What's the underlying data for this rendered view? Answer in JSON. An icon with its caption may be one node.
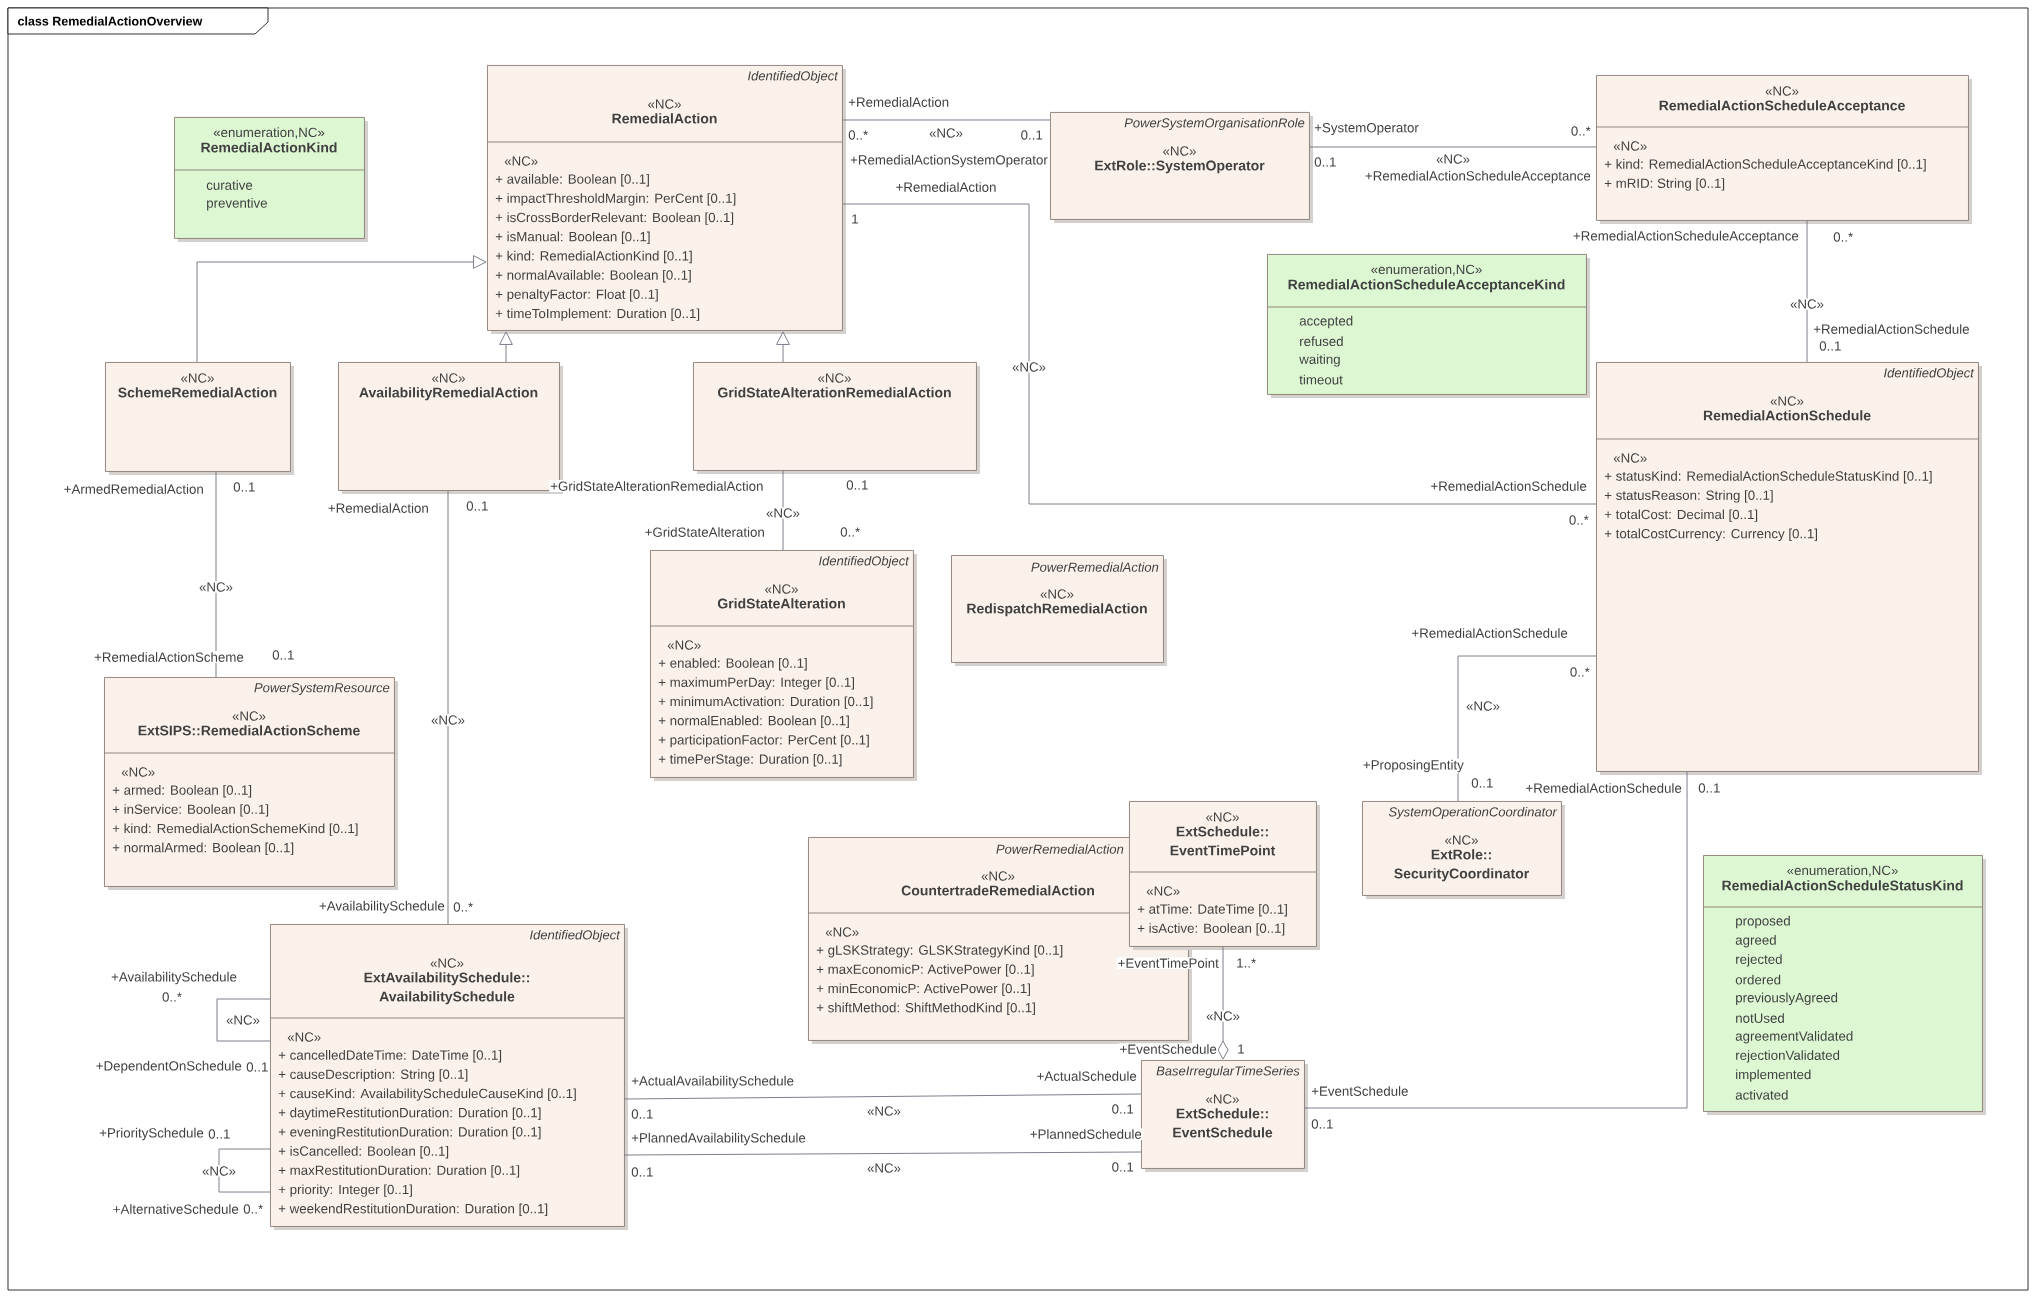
{
  "diagram": {
    "title": "class RemedialActionOverview",
    "nodes": [
      {
        "text": [
          "«enumeration,NC»",
          "RemedialActionKind",
          "curative",
          "preventive"
        ]
      },
      {
        "text": [
          "IdentifiedObject",
          "«NC»",
          "RemedialAction",
          "«NC»",
          "+ available: Boolean [0..1]",
          "+ impactThresholdMargin: PerCent [0..1]",
          "+ isCrossBorderRelevant: Boolean [0..1]",
          "+ isManual: Boolean [0..1]",
          "+ kind: RemedialActionKind [0..1]",
          "+ normalAvailable: Boolean [0..1]",
          "+ penaltyFactor: Float [0..1]",
          "+ timeToImplement: Duration [0..1]"
        ]
      },
      {
        "text": [
          "PowerSystemOrganisationRole",
          "«NC»",
          "ExtRole::SystemOperator"
        ]
      },
      {
        "text": [
          "«NC»",
          "RemedialActionScheduleAcceptance",
          "«NC»",
          "+ kind: RemedialActionScheduleAcceptanceKind [0..1]",
          "+ mRID: String [0..1]"
        ]
      },
      {
        "text": [
          "«enumeration,NC»",
          "RemedialActionScheduleAcceptanceKind",
          "accepted",
          "refused",
          "waiting",
          "timeout"
        ]
      },
      {
        "text": [
          "«NC»",
          "SchemeRemedialAction"
        ]
      },
      {
        "text": [
          "«NC»",
          "AvailabilityRemedialAction"
        ]
      },
      {
        "text": [
          "«NC»",
          "GridStateAlterationRemedialAction"
        ]
      },
      {
        "text": [
          "IdentifiedObject",
          "«NC»",
          "RemedialActionSchedule",
          "«NC»",
          "+ statusKind: RemedialActionScheduleStatusKind [0..1]",
          "+ statusReason: String [0..1]",
          "+ totalCost: Decimal [0..1]",
          "+ totalCostCurrency: Currency [0..1]"
        ]
      },
      {
        "text": [
          "IdentifiedObject",
          "«NC»",
          "GridStateAlteration",
          "«NC»",
          "+ enabled: Boolean [0..1]",
          "+ maximumPerDay: Integer [0..1]",
          "+ minimumActivation: Duration [0..1]",
          "+ normalEnabled: Boolean [0..1]",
          "+ participationFactor: PerCent [0..1]",
          "+ timePerStage: Duration [0..1]"
        ]
      },
      {
        "text": [
          "PowerRemedialAction",
          "«NC»",
          "RedispatchRemedialAction"
        ]
      },
      {
        "text": [
          "PowerSystemResource",
          "«NC»",
          "ExtSIPS::RemedialActionScheme",
          "«NC»",
          "+ armed: Boolean [0..1]",
          "+ inService: Boolean [0..1]",
          "+ kind: RemedialActionSchemeKind [0..1]",
          "+ normalArmed: Boolean [0..1]"
        ]
      },
      {
        "text": [
          "SystemOperationCoordinator",
          "«NC»",
          "ExtRole:: SecurityCoordinator"
        ]
      },
      {
        "text": [
          "PowerRemedialAction",
          "«NC»",
          "CountertradeRemedialAction",
          "«NC»",
          "+ gLSKStrategy: GLSKStrategyKind [0..1]",
          "+ maxEconomicP: ActivePower [0..1]",
          "+ minEconomicP: ActivePower [0..1]",
          "+ shiftMethod: ShiftMethodKind [0..1]"
        ]
      },
      {
        "text": [
          "«NC»",
          "ExtSchedule:: EventTimePoint",
          "«NC»",
          "+ atTime: DateTime [0..1]",
          "+ isActive: Boolean [0..1]"
        ]
      },
      {
        "text": [
          "IdentifiedObject",
          "«NC»",
          "ExtAvailabilitySchedule:: AvailabilitySchedule",
          "«NC»",
          "+ cancelledDateTime: DateTime [0..1]",
          "+ causeDescription: String [0..1]",
          "+ causeKind: AvailabilityScheduleCauseKind [0..1]",
          "+ daytimeRestitutionDuration: Duration [0..1]",
          "+ eveningRestitutionDuration: Duration [0..1]",
          "+ isCancelled: Boolean [0..1]",
          "+ maxRestitutionDuration: Duration [0..1]",
          "+ priority: Integer [0..1]",
          "+ weekendRestitutionDuration: Duration [0..1]"
        ]
      },
      {
        "text": [
          "BaseIrregularTimeSeries",
          "«NC»",
          "ExtSchedule:: EventSchedule"
        ]
      },
      {
        "text": [
          "«enumeration,NC»",
          "RemedialActionScheduleStatusKind",
          "proposed",
          "agreed",
          "rejected",
          "ordered",
          "previouslyAgreed",
          "notUsed",
          "agreementValidated",
          "rejectionValidated",
          "implemented",
          "activated"
        ]
      }
    ],
    "edges": [
      {
        "from": 5,
        "to": 1,
        "arrow": "to"
      },
      {
        "from": 6,
        "to": 1,
        "arrow": "to"
      },
      {
        "from": 7,
        "to": 1,
        "arrow": "to"
      },
      {
        "from": 1,
        "to": 2,
        "arrow": "none",
        "label": "«NC»"
      },
      {
        "from": 2,
        "to": 3,
        "arrow": "none",
        "label": "«NC»"
      },
      {
        "from": 3,
        "to": 8,
        "arrow": "none",
        "label": "«NC»"
      },
      {
        "from": 1,
        "to": 8,
        "arrow": "none",
        "label": "«NC»"
      },
      {
        "from": 5,
        "to": 11,
        "arrow": "none",
        "label": "«NC»"
      },
      {
        "from": 6,
        "to": 15,
        "arrow": "none",
        "label": "«NC»"
      },
      {
        "from": 7,
        "to": 9,
        "arrow": "none",
        "label": "«NC»"
      },
      {
        "from": 8,
        "to": 12,
        "arrow": "none",
        "label": "«NC»"
      },
      {
        "from": 8,
        "to": 16,
        "arrow": "none"
      },
      {
        "from": 14,
        "to": 16,
        "arrow": "other",
        "label": "«NC»"
      },
      {
        "from": 15,
        "to": 16,
        "arrow": "none",
        "label": "«NC»"
      },
      {
        "from": 15,
        "to": 16,
        "arrow": "none",
        "label": "«NC»"
      },
      {
        "from": 15,
        "to": 15,
        "arrow": "none",
        "label": "«NC»"
      },
      {
        "from": 15,
        "to": 15,
        "arrow": "none",
        "label": "«NC»"
      }
    ],
    "labels": [
      "+RemedialAction",
      "0..*",
      "0..1",
      "+RemedialActionSystemOperator",
      "+SystemOperator",
      "0..1",
      "0..*",
      "+RemedialActionScheduleAcceptance",
      "+RemedialAction",
      "1",
      "+RemedialActionSchedule",
      "0..*",
      "+RemedialActionScheduleAcceptance",
      "0..*",
      "+RemedialActionSchedule",
      "0..1",
      "+ArmedRemedialAction",
      "0..1",
      "+RemedialAction",
      "0..1",
      "+GridStateAlterationRemedialAction",
      "0..1",
      "+GridStateAlteration",
      "0..*",
      "+RemedialActionScheme",
      "0..1",
      "+RemedialActionSchedule",
      "0..*",
      "+ProposingEntity",
      "0..1",
      "+RemedialActionSchedule",
      "0..1",
      "+AvailabilitySchedule",
      "0..*",
      "+EventTimePoint",
      "1..*",
      "+AvailabilitySchedule",
      "0..*",
      "+DependentOnSchedule",
      "0..1",
      "+EventSchedule",
      "1",
      "+ActualAvailabilitySchedule",
      "+ActualSchedule",
      "0..1",
      "0..1",
      "+EventSchedule",
      "0..1",
      "+PrioritySchedule",
      "0..1",
      "+PlannedAvailabilitySchedule",
      "+PlannedSchedule",
      "0..1",
      "0..1",
      "+AlternativeSchedule",
      "0..*"
    ]
  }
}
